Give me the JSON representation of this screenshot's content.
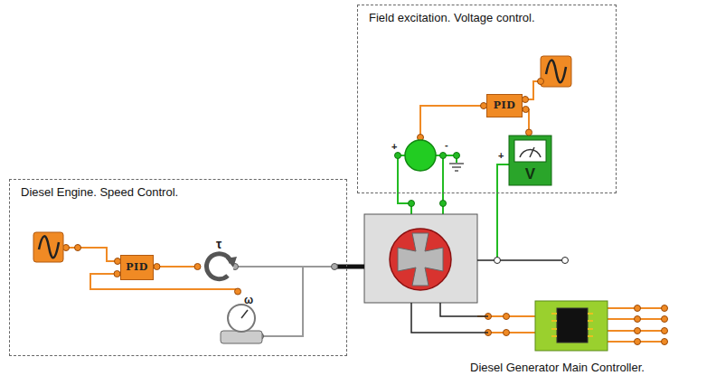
{
  "diagram": {
    "nodes": [
      {
        "text": [
          "Field excitation. Voltage control."
        ]
      },
      {
        "text": [
          "PID"
        ],
        "in": 0
      },
      {
        "text": [
          "V"
        ],
        "in": 0
      },
      {
        "text": [
          "Diesel Engine. Speed Control."
        ]
      },
      {
        "text": [
          "PID"
        ],
        "in": 3
      },
      {
        "text": [
          "τ"
        ],
        "in": 3
      },
      {
        "text": [
          "ω"
        ],
        "in": 3
      },
      {
        "text": [
          "Diesel Generator Main Controller."
        ]
      }
    ],
    "edges": [
      {
        "from": 4,
        "to": 5,
        "arrow": "none"
      },
      {
        "from": 6,
        "to": 4,
        "arrow": "none"
      },
      {
        "from": 2,
        "to": 1,
        "arrow": "none"
      }
    ],
    "labels": [
      "+",
      "-",
      "+"
    ]
  }
}
